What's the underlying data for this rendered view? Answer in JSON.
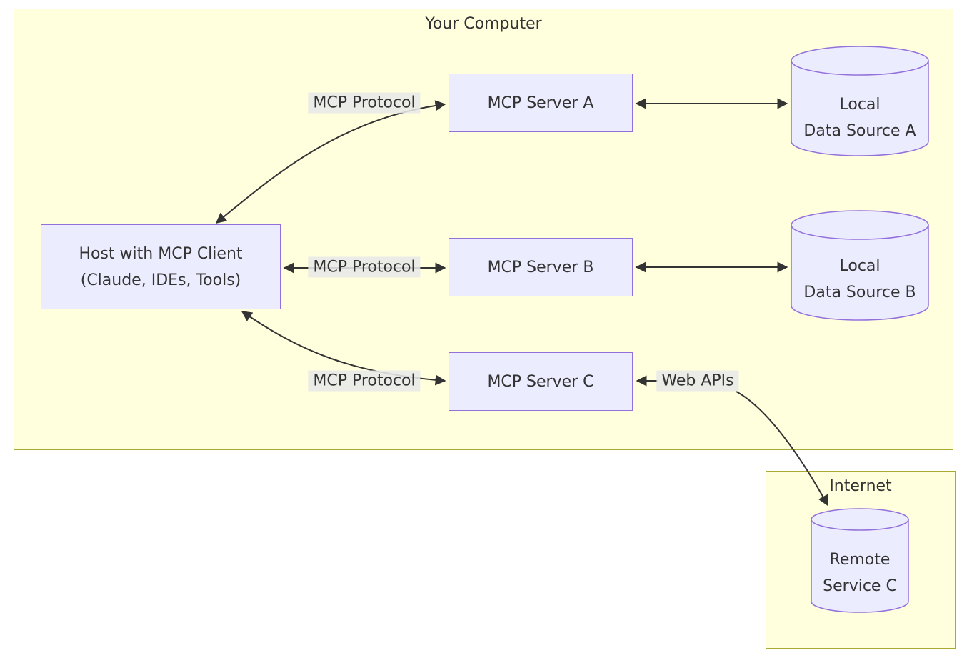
{
  "diagram": {
    "groups": {
      "your_computer": {
        "title": "Your Computer"
      },
      "internet": {
        "title": "Internet"
      }
    },
    "nodes": {
      "host": {
        "line1": "Host with MCP Client",
        "line2": "(Claude, IDEs, Tools)"
      },
      "server_a": {
        "label": "MCP Server A"
      },
      "server_b": {
        "label": "MCP Server B"
      },
      "server_c": {
        "label": "MCP Server C"
      },
      "data_source_a": {
        "line1": "Local",
        "line2": "Data Source A"
      },
      "data_source_b": {
        "line1": "Local",
        "line2": "Data Source B"
      },
      "remote_service_c": {
        "line1": "Remote",
        "line2": "Service C"
      }
    },
    "edge_labels": {
      "protocol_a": "MCP Protocol",
      "protocol_b": "MCP Protocol",
      "protocol_c": "MCP Protocol",
      "web_apis": "Web APIs"
    },
    "edges": [
      {
        "from": "host",
        "to": "server_a",
        "label_key": "protocol_a",
        "bidirectional": true
      },
      {
        "from": "host",
        "to": "server_b",
        "label_key": "protocol_b",
        "bidirectional": true
      },
      {
        "from": "host",
        "to": "server_c",
        "label_key": "protocol_c",
        "bidirectional": true
      },
      {
        "from": "server_a",
        "to": "data_source_a",
        "label_key": null,
        "bidirectional": true
      },
      {
        "from": "server_b",
        "to": "data_source_b",
        "label_key": null,
        "bidirectional": true
      },
      {
        "from": "remote_service_c",
        "to": "server_c",
        "label_key": "web_apis",
        "bidirectional": false
      }
    ],
    "colors": {
      "node_fill": "#ECECFF",
      "node_border": "#9370DB",
      "group_fill": "#ffffde",
      "group_border": "#aaaa33",
      "edge_stroke": "#333333",
      "edge_label_bg": "#e8e8e8",
      "text": "#333333",
      "page_bg": "#ffffff"
    }
  }
}
